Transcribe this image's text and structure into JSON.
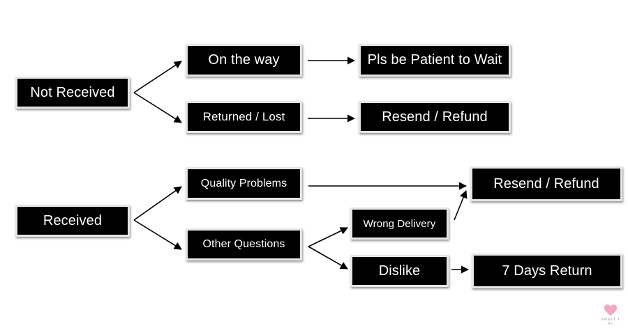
{
  "nodes": {
    "not_received": "Not Received",
    "on_the_way": "On the way",
    "be_patient": "Pls be Patient to Wait",
    "returned_lost": "Returned / Lost",
    "resend_refund_1": "Resend / Refund",
    "received": "Received",
    "quality_problems": "Quality Problems",
    "resend_refund_2": "Resend / Refund",
    "other_questions": "Other Questions",
    "wrong_delivery": "Wrong Delivery",
    "dislike": "Dislike",
    "seven_days_return": "7 Days Return"
  },
  "watermark": {
    "line1": "SWEET T",
    "line2": "92"
  },
  "colors": {
    "node_fill": "#000000",
    "node_text": "#ffffff",
    "node_border": "#e6e6e6",
    "arrow": "#000000",
    "watermark_heart": "#f4a6c4"
  }
}
